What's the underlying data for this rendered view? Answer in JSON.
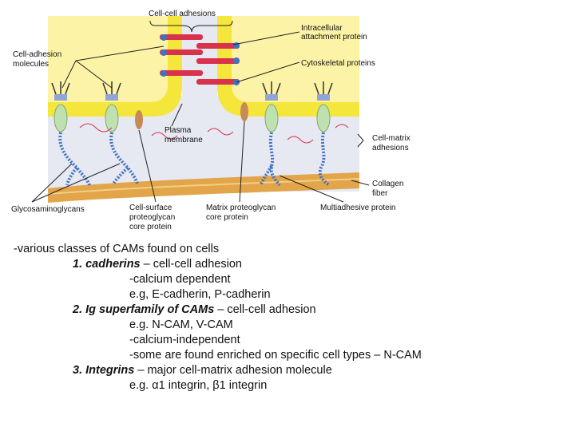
{
  "figure": {
    "labels": {
      "cell_cell_adhesions": "Cell-cell adhesions",
      "intracellular_attachment_protein_1": "Intracellular",
      "intracellular_attachment_protein_2": "attachment protein",
      "cell_adhesion_molecules_1": "Cell-adhesion",
      "cell_adhesion_molecules_2": "molecules",
      "cytoskeletal_proteins": "Cytoskeletal proteins",
      "plasma_membrane_1": "Plasma",
      "plasma_membrane_2": "membrane",
      "cell_matrix_adhesions_1": "Cell-matrix",
      "cell_matrix_adhesions_2": "adhesions",
      "collagen_fiber_1": "Collagen",
      "collagen_fiber_2": "fiber",
      "glycosaminoglycans": "Glycosaminoglycans",
      "cell_surface_proteoglycan_1": "Cell-surface",
      "cell_surface_proteoglycan_2": "proteoglycan",
      "cell_surface_proteoglycan_3": "core protein",
      "matrix_proteoglycan_1": "Matrix proteoglycan",
      "matrix_proteoglycan_2": "core protein",
      "multiadhesive_protein": "Multiadhesive protein"
    },
    "colors": {
      "membrane": "#f5e63c",
      "cytoplasm": "#fcf3a6",
      "matrix": "#e6e8f2",
      "cadherin": "#d8324c",
      "integrin": "#bfe0b0",
      "gag_beads": "#3f73c0",
      "collagen": "#e2a54a",
      "proteoglycan": "#c78a56"
    }
  },
  "notes": {
    "intro": "-various classes of CAMs found on cells",
    "item1_title": "1. cadherins",
    "item1_rest": " – cell-cell adhesion",
    "item1_detail1": "-calcium dependent",
    "item1_detail2": "e.g, E-cadherin, P-cadherin",
    "item2_title": "2. Ig superfamily of CAMs",
    "item2_rest": " – cell-cell adhesion",
    "item2_detail1": "e.g. N-CAM, V-CAM",
    "item2_detail2": "-calcium-independent",
    "item2_detail3": "-some are found enriched on specific cell types – N-CAM",
    "item3_title": "3. Integrins",
    "item3_rest": " – major cell-matrix adhesion molecule",
    "item3_detail1": "e.g. α1 integrin, β1 integrin"
  }
}
